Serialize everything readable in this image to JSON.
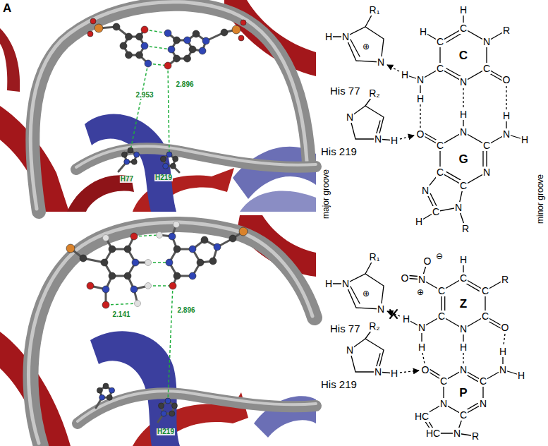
{
  "diagram": {
    "labels": [
      "A",
      "2.953",
      "2.896",
      "H77",
      "H219",
      "2.141",
      "2.896",
      "H219",
      "H",
      "N",
      "R₁",
      "⊕",
      "N",
      "His 77",
      "R₂",
      "N",
      "N",
      "H",
      "His 219",
      "H",
      "C",
      "H",
      "C",
      "N",
      "R",
      "C",
      "C",
      "C",
      "H",
      "N",
      "O",
      "N",
      "H",
      "major groove",
      "H",
      "H",
      "N",
      "O",
      "N",
      "H",
      "C",
      "C",
      "G",
      "C",
      "N",
      "C",
      "N",
      "N",
      "C",
      "H",
      "R",
      "minor groove",
      "H",
      "N",
      "R₁",
      "⊕",
      "N",
      "His 77",
      "O",
      "⊖",
      "H",
      "O",
      "N",
      "C",
      "C",
      "C",
      "R",
      "⊕",
      "Z",
      "H",
      "C",
      "C",
      "N",
      "O",
      "N",
      "H",
      "H",
      "R₂",
      "N",
      "N",
      "H",
      "His 219",
      "H",
      "N",
      "O",
      "N",
      "H",
      "C",
      "C",
      "P",
      "N",
      "N",
      "C",
      "HC",
      "HC",
      "N",
      "R"
    ]
  }
}
